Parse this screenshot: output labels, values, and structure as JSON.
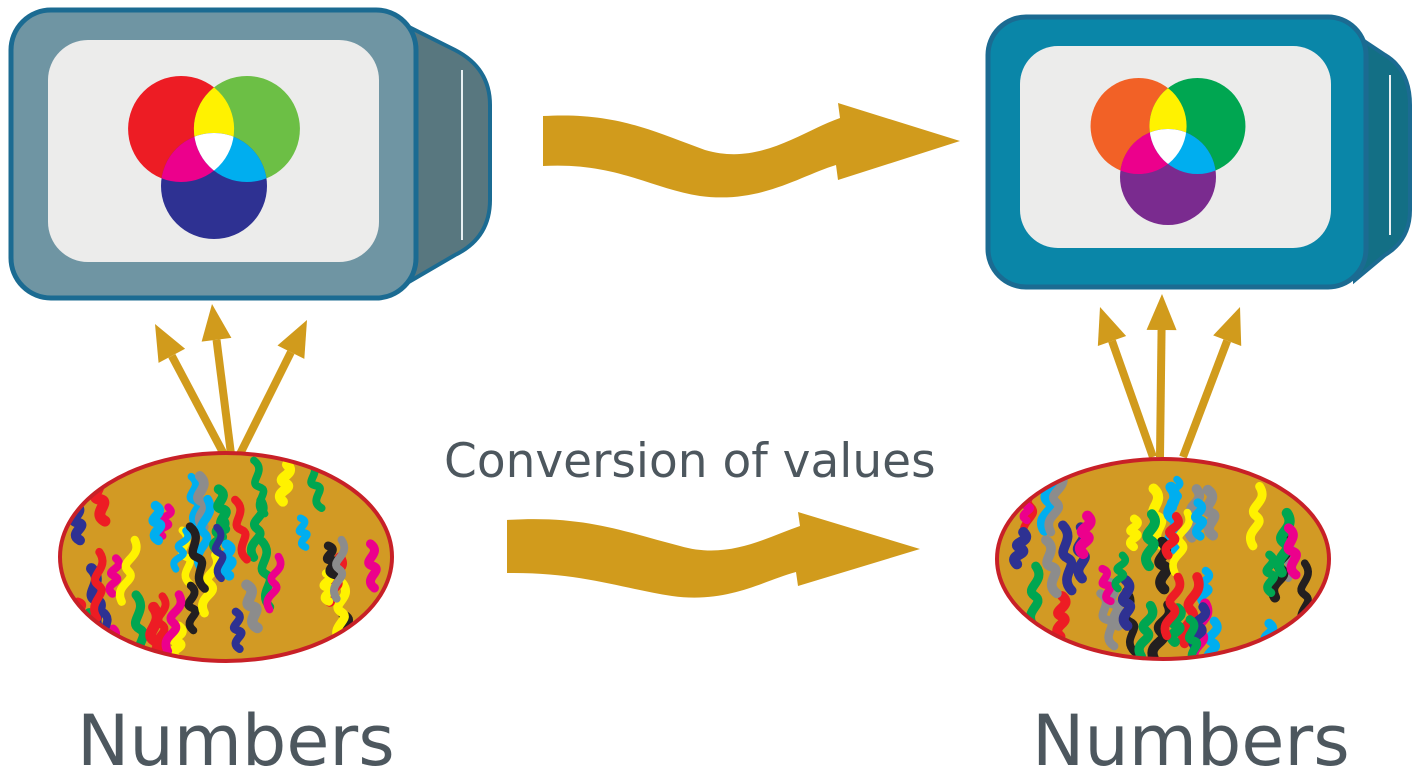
{
  "labels": {
    "conversion": "Conversion of values",
    "numbers_left": "Numbers",
    "numbers_right": "Numbers"
  },
  "colors": {
    "arrow": "#d19b1c",
    "tube_border": "#1b6b92",
    "monitor_left_frame": "#6f95a3",
    "monitor_left_side": "#58777f",
    "monitor_right_frame": "#0a86a8",
    "monitor_right_side": "#136f85",
    "screen": "#ececeb",
    "blob_fill": "#d29a24",
    "blob_border": "#c82027",
    "text": "#4d575e"
  },
  "venn_left": {
    "red": "#ed1c24",
    "green": "#6cbf45",
    "blue": "#2e3192",
    "yellow": "#fff200",
    "magenta": "#ec008c",
    "cyan": "#00aeef",
    "center": "#ffffff"
  },
  "venn_right": {
    "red": "#f26126",
    "green": "#00a651",
    "blue": "#7a2b8f",
    "yellow": "#fff200",
    "magenta": "#ec008c",
    "cyan": "#00aeef",
    "center": "#ffffff"
  },
  "squiggle_palette": [
    "#2e3192",
    "#231f20",
    "#ed1c24",
    "#00a651",
    "#8c8c8c",
    "#00aeef",
    "#ec008c",
    "#fff200"
  ]
}
